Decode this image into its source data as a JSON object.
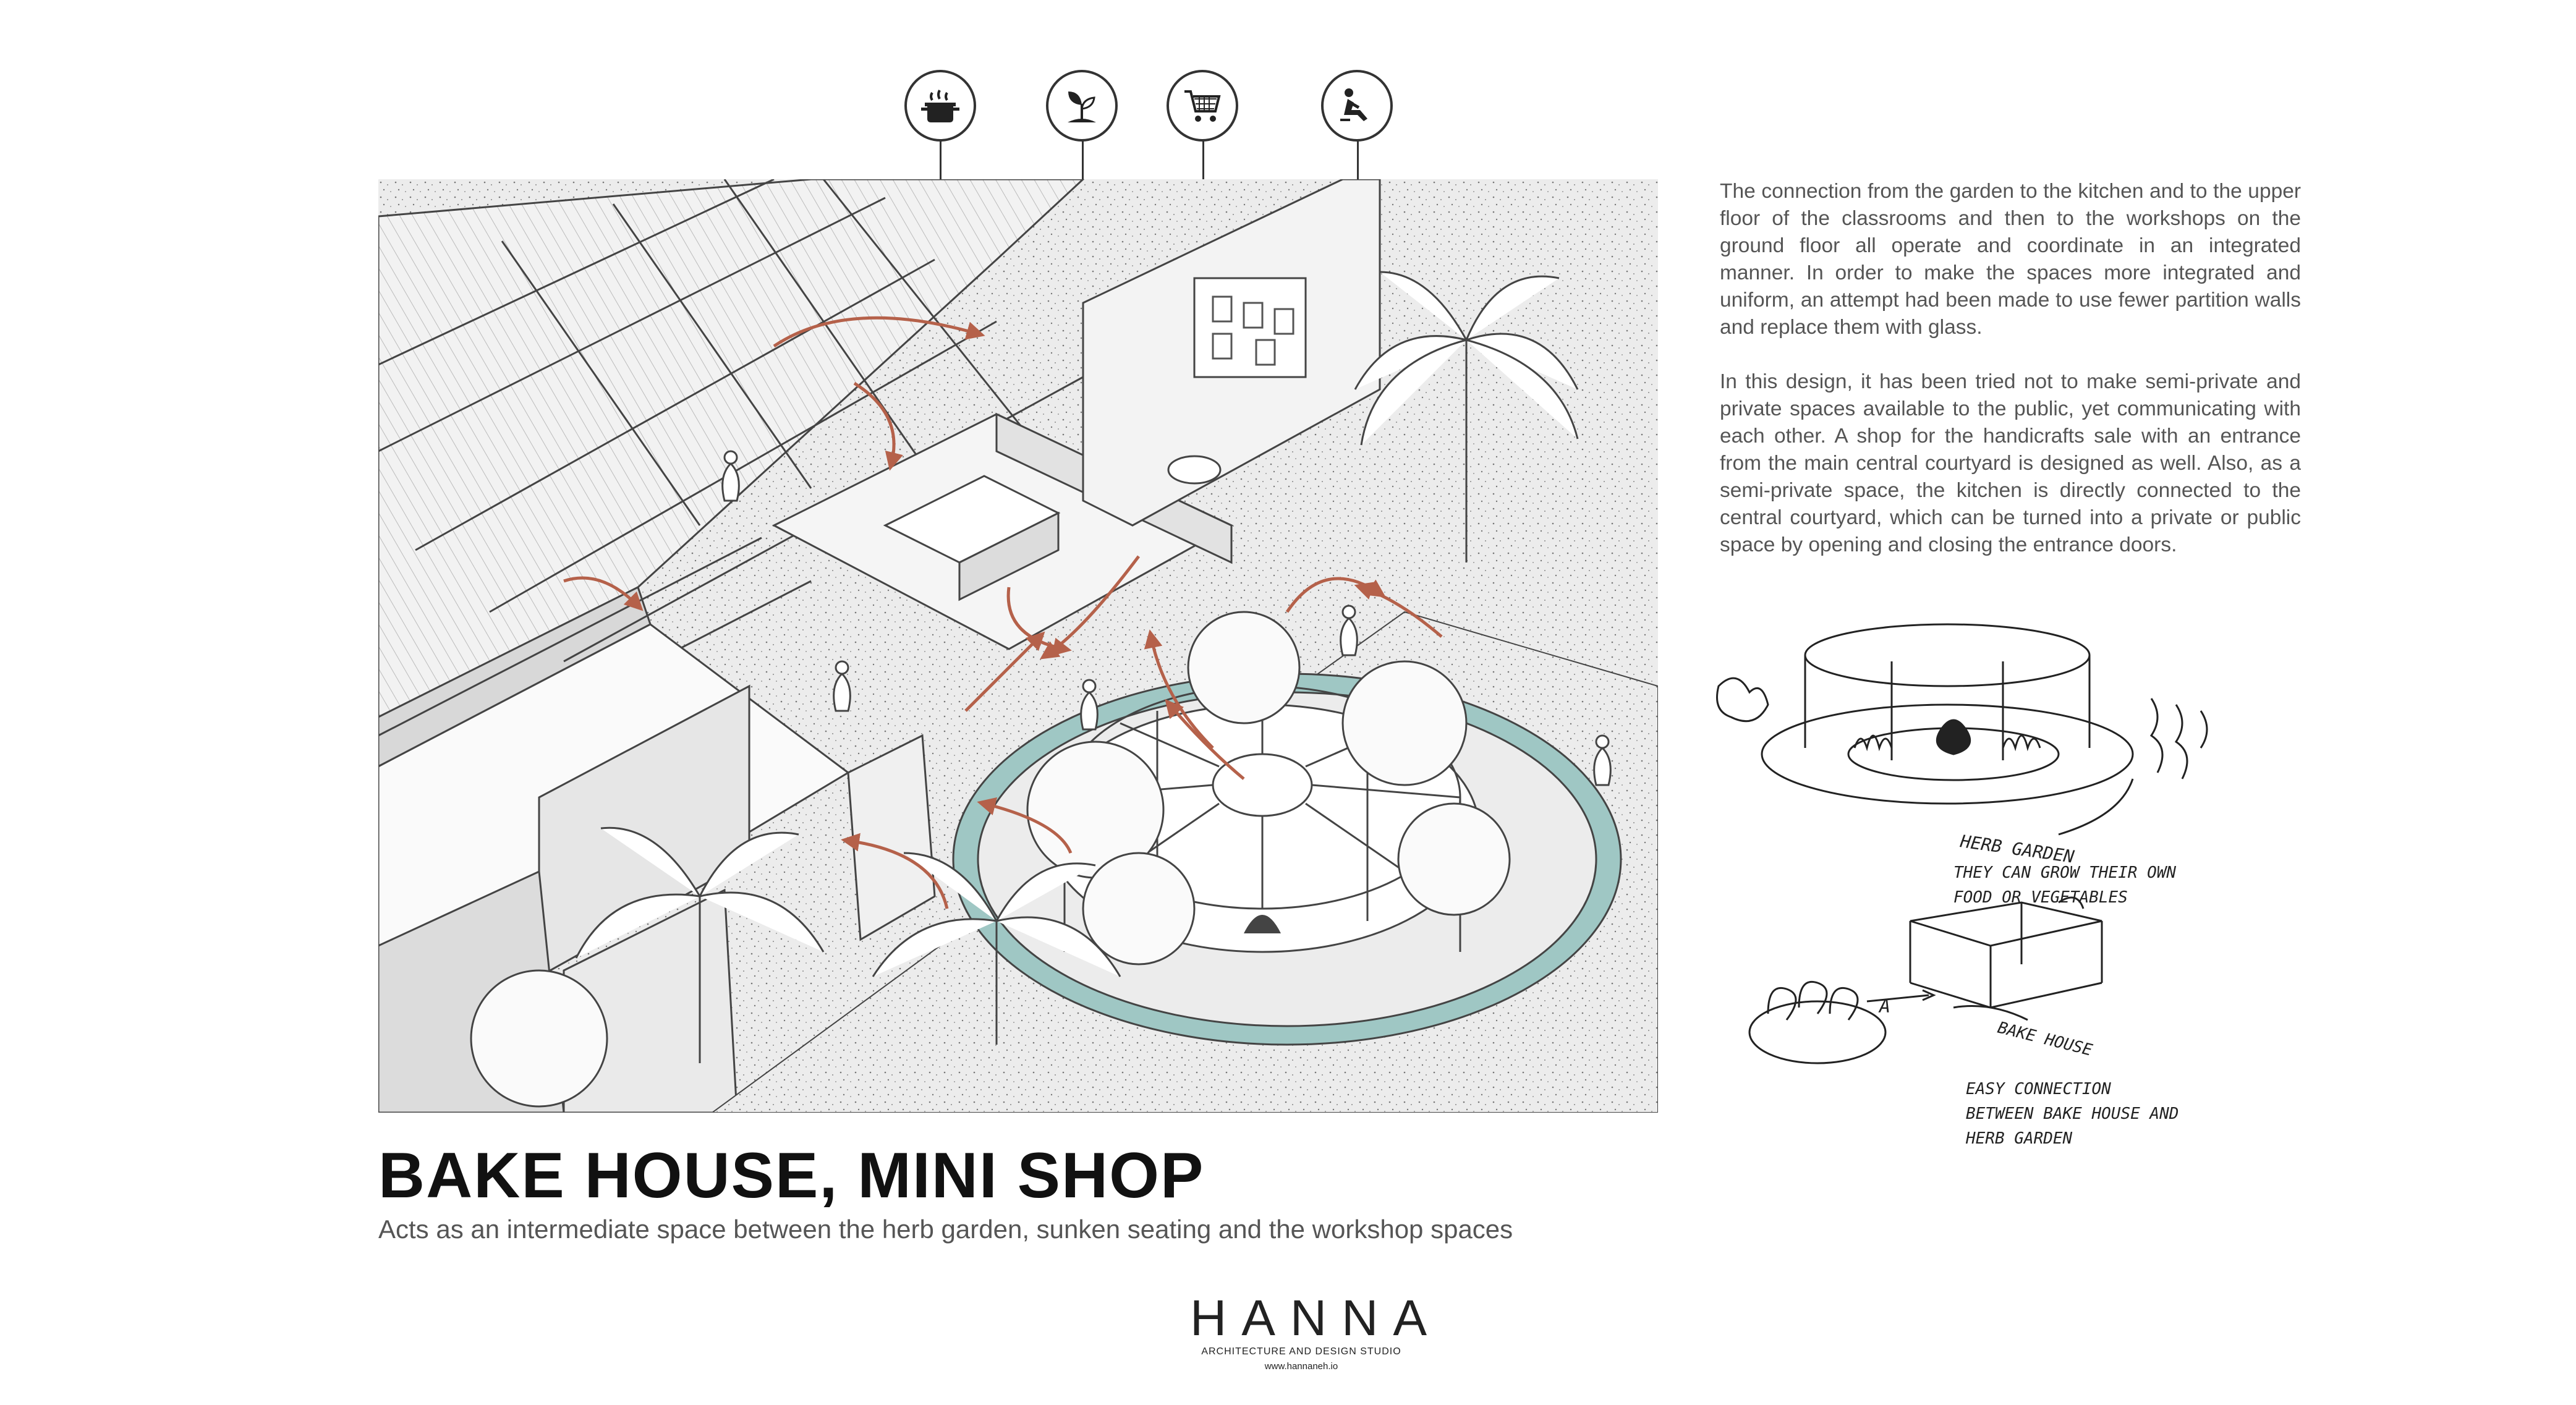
{
  "icons": [
    {
      "name": "cooking-pot-icon",
      "label": "kitchen"
    },
    {
      "name": "plant-sprout-icon",
      "label": "garden"
    },
    {
      "name": "shopping-cart-icon",
      "label": "shop"
    },
    {
      "name": "reclining-person-icon",
      "label": "seating"
    }
  ],
  "description": {
    "paragraph_1": "The connection from the garden to the kitchen and to the upper floor of the classrooms and then to the workshops on the ground floor all operate and coordinate in an integrated manner. In order to make the spaces more integrated and uniform, an attempt had been made to use fewer partition walls and replace them with glass.",
    "paragraph_2": "In this design, it has been tried not to make semi-private and private spaces available to the public, yet communicating with each other. A shop for the handicrafts sale with an entrance from the main central courtyard is designed as well. Also, as a semi-private space, the kitchen is directly connected to the central courtyard, which can be turned into a private or public space by opening and closing the entrance doors."
  },
  "sketch_notes": {
    "herb_garden": "HERB GARDEN",
    "grow_line_1": "THEY CAN GROW THEIR OWN",
    "grow_line_2": "FOOD OR VEGETABLES",
    "marker_a": "A",
    "bake_house": "BAKE HOUSE",
    "conn_line_1": "EASY CONNECTION",
    "conn_line_2": "BETWEEN BAKE HOUSE AND",
    "conn_line_3": "HERB GARDEN"
  },
  "title": "BAKE HOUSE, MINI SHOP",
  "subtitle": "Acts as an intermediate space between the herb garden, sunken seating and the workshop spaces",
  "logo": {
    "name": "HANNA",
    "tagline": "ARCHITECTURE AND DESIGN STUDIO",
    "url": "www.hannaneh.io"
  },
  "colors": {
    "circulation_arrows": "#b5614a",
    "water_channel": "#9fc7c4",
    "line_work": "#333333"
  }
}
